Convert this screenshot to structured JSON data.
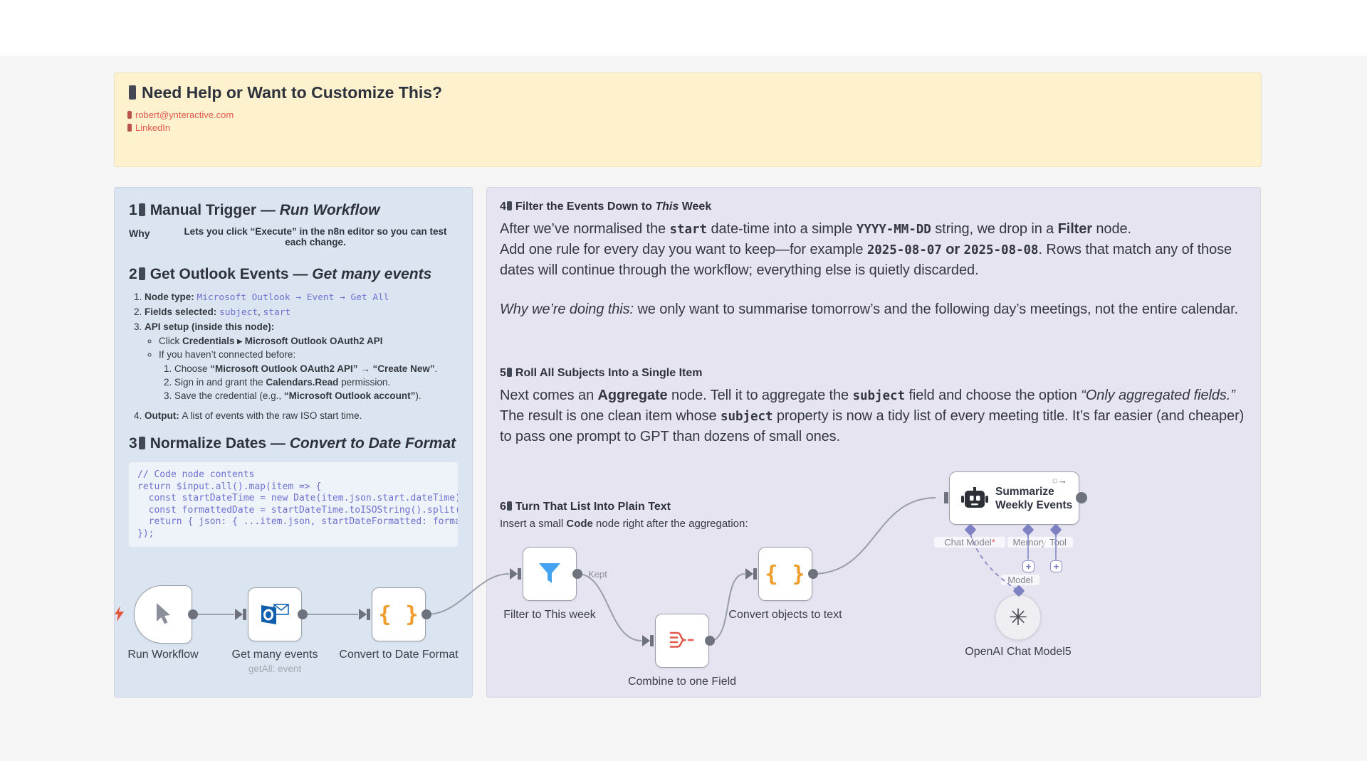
{
  "colors": {
    "canvas_bg": "#f5f5f6",
    "note_yellow": "#fdf1ce",
    "note_blue": "#dbe5f1",
    "note_purple": "#e7e4f2",
    "link_red": "#e2594f",
    "code_purple": "#6e71d0",
    "funnel_blue": "#45a4f1",
    "aggregate_red": "#e05a4f",
    "braces_orange": "#f09c2c",
    "outlook_blue": "#0f5fae",
    "wire_gray": "#989ea8",
    "connector_purple": "#8d91c9"
  },
  "help_note": {
    "title": "Need Help or Want to Customize This?",
    "links": [
      {
        "label": "robert@ynteractive.com"
      },
      {
        "label": "LinkedIn"
      }
    ]
  },
  "blue_note": {
    "h1": {
      "num": "1",
      "segs": [
        {
          "t": "x",
          "s": "Manual Trigger — "
        },
        {
          "t": "i",
          "s": "Run Workflow"
        }
      ]
    },
    "why": {
      "label": "Why",
      "text": "Lets you click “Execute” in the n8n editor so you can test each change."
    },
    "h2": {
      "num": "2",
      "segs": [
        {
          "t": "x",
          "s": "Get Outlook Events — "
        },
        {
          "t": "i",
          "s": "Get many events"
        }
      ]
    },
    "list": {
      "item1": [
        {
          "t": "b",
          "s": "Node type: "
        },
        {
          "t": "c",
          "s": "Microsoft Outlook → Event → Get All"
        }
      ],
      "item2": [
        {
          "t": "b",
          "s": "Fields selected: "
        },
        {
          "t": "c",
          "s": "subject"
        },
        {
          "t": "x",
          "s": ", "
        },
        {
          "t": "c",
          "s": "start"
        }
      ],
      "item3_head": [
        {
          "t": "b",
          "s": "API setup (inside this node):"
        }
      ],
      "item3_sub1": [
        {
          "t": "x",
          "s": "Click "
        },
        {
          "t": "b",
          "s": "Credentials ▸ Microsoft Outlook OAuth2 API"
        }
      ],
      "item3_sub2": [
        {
          "t": "x",
          "s": "If you haven’t connected before:"
        }
      ],
      "step1": [
        {
          "t": "x",
          "s": "Choose "
        },
        {
          "t": "b",
          "s": "“Microsoft Outlook OAuth2 API” → “Create New”"
        },
        {
          "t": "x",
          "s": "."
        }
      ],
      "step2": [
        {
          "t": "x",
          "s": "Sign in and grant the "
        },
        {
          "t": "b",
          "s": "Calendars.Read"
        },
        {
          "t": "x",
          "s": " permission."
        }
      ],
      "step3": [
        {
          "t": "x",
          "s": "Save the credential (e.g., "
        },
        {
          "t": "b",
          "s": "“Microsoft Outlook account”"
        },
        {
          "t": "x",
          "s": ")."
        }
      ],
      "item4": [
        {
          "t": "b",
          "s": "Output: "
        },
        {
          "t": "x",
          "s": "A list of events with the raw ISO start time."
        }
      ]
    },
    "h3": {
      "num": "3",
      "segs": [
        {
          "t": "x",
          "s": "Normalize Dates — "
        },
        {
          "t": "i",
          "s": "Convert to Date Format"
        }
      ]
    },
    "code_lines": [
      "// Code node contents",
      "return $input.all().map(item => {",
      "  const startDateTime = new Date(item.json.start.dateTime)",
      "  const formattedDate = startDateTime.toISOString().split(",
      "  return { json: { ...item.json, startDateFormatted: forma",
      "});"
    ]
  },
  "purple_note": {
    "h4": {
      "num": "4",
      "segs": [
        {
          "t": "x",
          "s": "Filter the Events Down to "
        },
        {
          "t": "i",
          "s": "This"
        },
        {
          "t": "x",
          "s": " Week"
        }
      ]
    },
    "p4": [
      {
        "t": "x",
        "s": "After we’ve normalised the "
      },
      {
        "t": "c",
        "s": "start"
      },
      {
        "t": "x",
        "s": " date-time into a simple "
      },
      {
        "t": "c",
        "s": "YYYY-MM-DD"
      },
      {
        "t": "x",
        "s": " string, we drop in a "
      },
      {
        "t": "b",
        "s": "Filter"
      },
      {
        "t": "x",
        "s": " node."
      },
      {
        "t": "br"
      },
      {
        "t": "x",
        "s": "Add one rule for every day you want to keep—for example "
      },
      {
        "t": "c",
        "s": "2025-08-07"
      },
      {
        "t": "x",
        "s": " "
      },
      {
        "t": "b",
        "s": "or"
      },
      {
        "t": "x",
        "s": " "
      },
      {
        "t": "c",
        "s": "2025-08-08"
      },
      {
        "t": "x",
        "s": ". Rows that match any of those dates will continue through the workflow; everything else is quietly discarded."
      }
    ],
    "p4b": [
      {
        "t": "i",
        "s": "Why we’re doing this:"
      },
      {
        "t": "x",
        "s": " we only want to summarise tomorrow’s and the following day’s meetings, not the entire calendar."
      }
    ],
    "h5": {
      "num": "5",
      "segs": [
        {
          "t": "x",
          "s": "Roll All Subjects Into a Single Item"
        }
      ]
    },
    "p5": [
      {
        "t": "x",
        "s": "Next comes an "
      },
      {
        "t": "b",
        "s": "Aggregate"
      },
      {
        "t": "x",
        "s": " node. Tell it to aggregate the "
      },
      {
        "t": "c",
        "s": "subject"
      },
      {
        "t": "x",
        "s": " field and choose the option "
      },
      {
        "t": "i",
        "s": "“Only aggregated fields.”"
      },
      {
        "t": "br"
      },
      {
        "t": "x",
        "s": "The result is one clean item whose "
      },
      {
        "t": "c",
        "s": "subject"
      },
      {
        "t": "x",
        "s": " property is now a tidy list of every meeting title. It’s far easier (and cheaper) to pass one prompt to GPT than dozens of small ones."
      }
    ],
    "h6": {
      "num": "6",
      "segs": [
        {
          "t": "x",
          "s": "Turn That List Into Plain Text"
        }
      ]
    },
    "p6": [
      {
        "t": "x",
        "s": "Insert a small "
      },
      {
        "t": "b",
        "s": "Code"
      },
      {
        "t": "x",
        "s": " node right after the aggregation:"
      }
    ]
  },
  "workflow": {
    "nodes": {
      "run_workflow": {
        "label": "Run Workflow"
      },
      "get_many_events": {
        "label": "Get many events",
        "sub": "getAll: event"
      },
      "convert_to_date_format": {
        "label": "Convert to Date Format",
        "glyph": "{ }"
      },
      "filter_to_this_week": {
        "label": "Filter to This week",
        "output_label": "Kept"
      },
      "combine_to_one_field": {
        "label": "Combine to one Field"
      },
      "convert_objects_to_text": {
        "label": "Convert objects to text",
        "glyph": "{ }"
      },
      "summarize_weekly_events": {
        "label_line1": "Summarize",
        "label_line2": "Weekly Events",
        "corner_glyphs": "◌→",
        "ports": {
          "chat_model": "Chat Model",
          "required_marker": "*",
          "memory": "Memory",
          "tool": "Tool"
        }
      },
      "openai_chat_model": {
        "label": "OpenAI Chat Model5",
        "glyph": "✳",
        "port_label": "Model",
        "plus": "+"
      }
    }
  }
}
